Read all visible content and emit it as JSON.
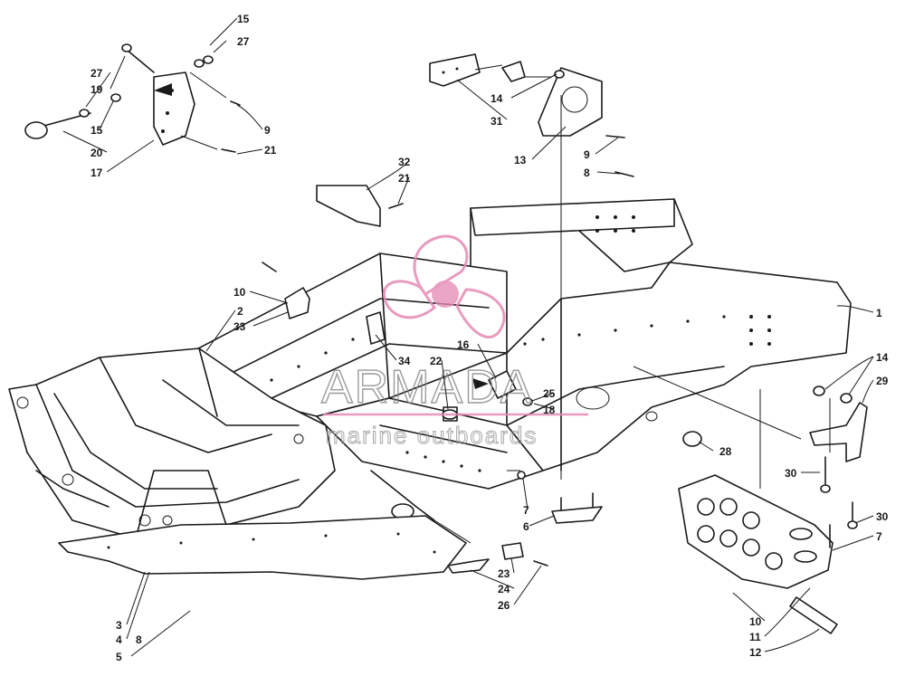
{
  "watermark": {
    "brand": "ARMADA",
    "tagline": "marine outboards",
    "accent_color": "#e48ab4"
  },
  "callouts": [
    {
      "id": "c15a",
      "label": "15"
    },
    {
      "id": "c27a",
      "label": "27"
    },
    {
      "id": "c27b",
      "label": "27"
    },
    {
      "id": "c19",
      "label": "19"
    },
    {
      "id": "c15b",
      "label": "15"
    },
    {
      "id": "c20",
      "label": "20"
    },
    {
      "id": "c17",
      "label": "17"
    },
    {
      "id": "c9a",
      "label": "9"
    },
    {
      "id": "c21a",
      "label": "21"
    },
    {
      "id": "c32",
      "label": "32"
    },
    {
      "id": "c21b",
      "label": "21"
    },
    {
      "id": "c14a",
      "label": "14"
    },
    {
      "id": "c31",
      "label": "31"
    },
    {
      "id": "c13",
      "label": "13"
    },
    {
      "id": "c9b",
      "label": "9"
    },
    {
      "id": "c8a",
      "label": "8"
    },
    {
      "id": "c1",
      "label": "1"
    },
    {
      "id": "c10a",
      "label": "10"
    },
    {
      "id": "c2",
      "label": "2"
    },
    {
      "id": "c33",
      "label": "33"
    },
    {
      "id": "c34",
      "label": "34"
    },
    {
      "id": "c16",
      "label": "16"
    },
    {
      "id": "c22",
      "label": "22"
    },
    {
      "id": "c25",
      "label": "25"
    },
    {
      "id": "c18",
      "label": "18"
    },
    {
      "id": "c14b",
      "label": "14"
    },
    {
      "id": "c29",
      "label": "29"
    },
    {
      "id": "c28",
      "label": "28"
    },
    {
      "id": "c30a",
      "label": "30"
    },
    {
      "id": "c7a",
      "label": "7"
    },
    {
      "id": "c6",
      "label": "6"
    },
    {
      "id": "c30b",
      "label": "30"
    },
    {
      "id": "c7b",
      "label": "7"
    },
    {
      "id": "c23",
      "label": "23"
    },
    {
      "id": "c24",
      "label": "24"
    },
    {
      "id": "c26",
      "label": "26"
    },
    {
      "id": "c3",
      "label": "3"
    },
    {
      "id": "c4",
      "label": "4"
    },
    {
      "id": "c8b",
      "label": "8"
    },
    {
      "id": "c5",
      "label": "5"
    },
    {
      "id": "c10b",
      "label": "10"
    },
    {
      "id": "c11",
      "label": "11"
    },
    {
      "id": "c12",
      "label": "12"
    }
  ]
}
